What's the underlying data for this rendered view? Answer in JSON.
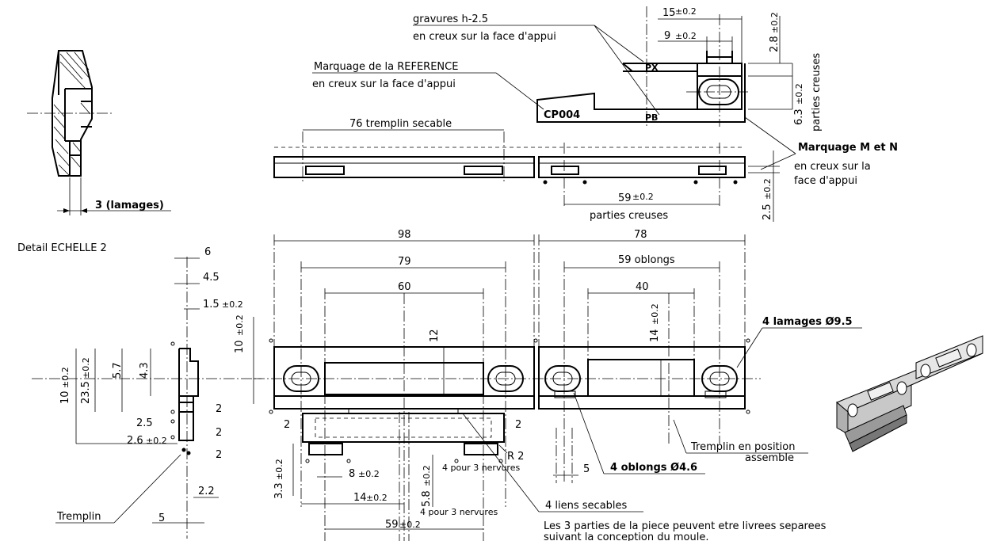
{
  "notes": {
    "engraving_1": "gravures h-2.5",
    "engraving_2": "en creux sur la face d'appui",
    "ref_marking_1": "Marquage de la REFERENCE",
    "ref_marking_2": "en creux sur la face d'appui",
    "part_ref": "CP004",
    "px": "PX",
    "pb": "PB",
    "mn_marking_1": "Marquage M et N",
    "mn_marking_2": "en creux sur la",
    "mn_marking_3": "face d'appui",
    "detail_scale": "Detail ECHELLE 2",
    "counterbores_dim": "3 (lamages)",
    "counterbores_note": "4 lamages Ø9.5",
    "oblongs_note": "4 oblongs Ø4.6",
    "tremplin_label": "Tremplin",
    "tremplin_position_1": "Tremplin en position",
    "tremplin_position_2": "assemble",
    "links_note": "4 liens secables",
    "footnote_1": "Les 3 parties de la piece peuvent etre livrees separees",
    "footnote_2": "suivant la conception du moule."
  },
  "dimensions": {
    "d15": "15",
    "d9": "9",
    "tol02": "±0.2",
    "d28": "2.8",
    "d63": "6.3",
    "parties_creuses": "parties creuses",
    "tremplin_secable": "76 tremplin secable",
    "d59": "59",
    "d25": "2.5",
    "d98": "98",
    "d79": "79",
    "d60": "60",
    "d12": "12",
    "d78": "78",
    "d59_oblongs": "59 oblongs",
    "d40": "40",
    "d14": "14",
    "d6": "6",
    "d45": "4.5",
    "d15b": "1.5",
    "d10": "10",
    "d235": "23.5",
    "d57": "5.7",
    "d43": "4.3",
    "d2": "2",
    "d26": "2.6",
    "d22": "2.2",
    "d5": "5",
    "d33": "3.3",
    "d8": "8",
    "d58": "5.8",
    "nervures": "4 pour 3 nervures",
    "r2": "R 2",
    "eq": "="
  }
}
